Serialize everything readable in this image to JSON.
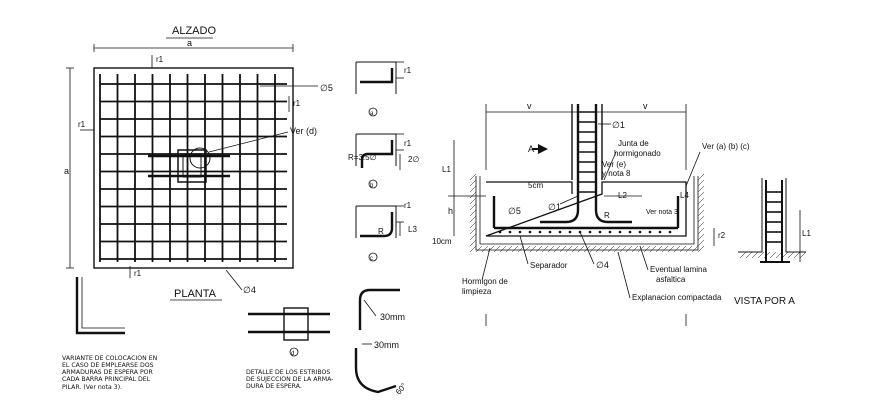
{
  "alzado": {
    "title": "ALZADO",
    "dim_a_top": "a",
    "dim_a_left": "a",
    "r1_top": "r1",
    "r1_left": "r1",
    "r1_bottom": "r1",
    "r1_right": "r1",
    "phi5": "∅5",
    "phi4": "∅4",
    "ver_d": "Ver (d)"
  },
  "planta": {
    "title": "PLANTA"
  },
  "details": {
    "a_label": "a",
    "b_label": "b",
    "c_label": "c",
    "r1_a": "r1",
    "r1_b": "r1",
    "r1_c": "r1",
    "r_35": "R=3.5∅",
    "two_phi": "2∅",
    "r_c": "R",
    "l3": "L3"
  },
  "variante_note": {
    "lines": [
      "VARIANTE DE COLOCACION EN",
      "EL CASO DE EMPLEARSE DOS",
      "ARMADURAS DE ESPERA POR",
      "CADA BARRA PRINCIPAL DEL",
      "PILAR. (Ver nota 3)."
    ]
  },
  "detalle_estribos": {
    "label": "d",
    "lines": [
      "DETALLE DE LOS ESTRIBOS",
      "DE SUJECCION DE LA ARMA-",
      "DURA DE ESPERA."
    ],
    "mm_top": "30mm",
    "mm_bottom": "30mm",
    "angle": "60°"
  },
  "section": {
    "v_left": "v",
    "v_right": "v",
    "a_arrow": "A",
    "phi1_top": "∅1",
    "phi1_mid": "∅1",
    "phi5": "∅5",
    "phi4": "∅4",
    "junta": "Junta de",
    "hormigonado": "hormigonado",
    "ver_e": "Ver (e)",
    "nota8": "y nota 8",
    "ver_abc": "Ver (a) (b) (c)",
    "cm5": "5cm",
    "cm10": "10cm",
    "l1": "L1",
    "l2": "L2",
    "l4": "L4",
    "h": "h",
    "r": "R",
    "r2": "r2",
    "ver_nota3": "Ver nota 3",
    "separador": "Separador",
    "hormigon_limpieza_1": "Hormigon de",
    "hormigon_limpieza_2": "limpieza",
    "eventual_1": "Eventual lamina",
    "eventual_2": "asfaltica",
    "explanacion": "Explanacion compactada"
  },
  "vista": {
    "title": "VISTA POR A",
    "l1": "L1"
  }
}
